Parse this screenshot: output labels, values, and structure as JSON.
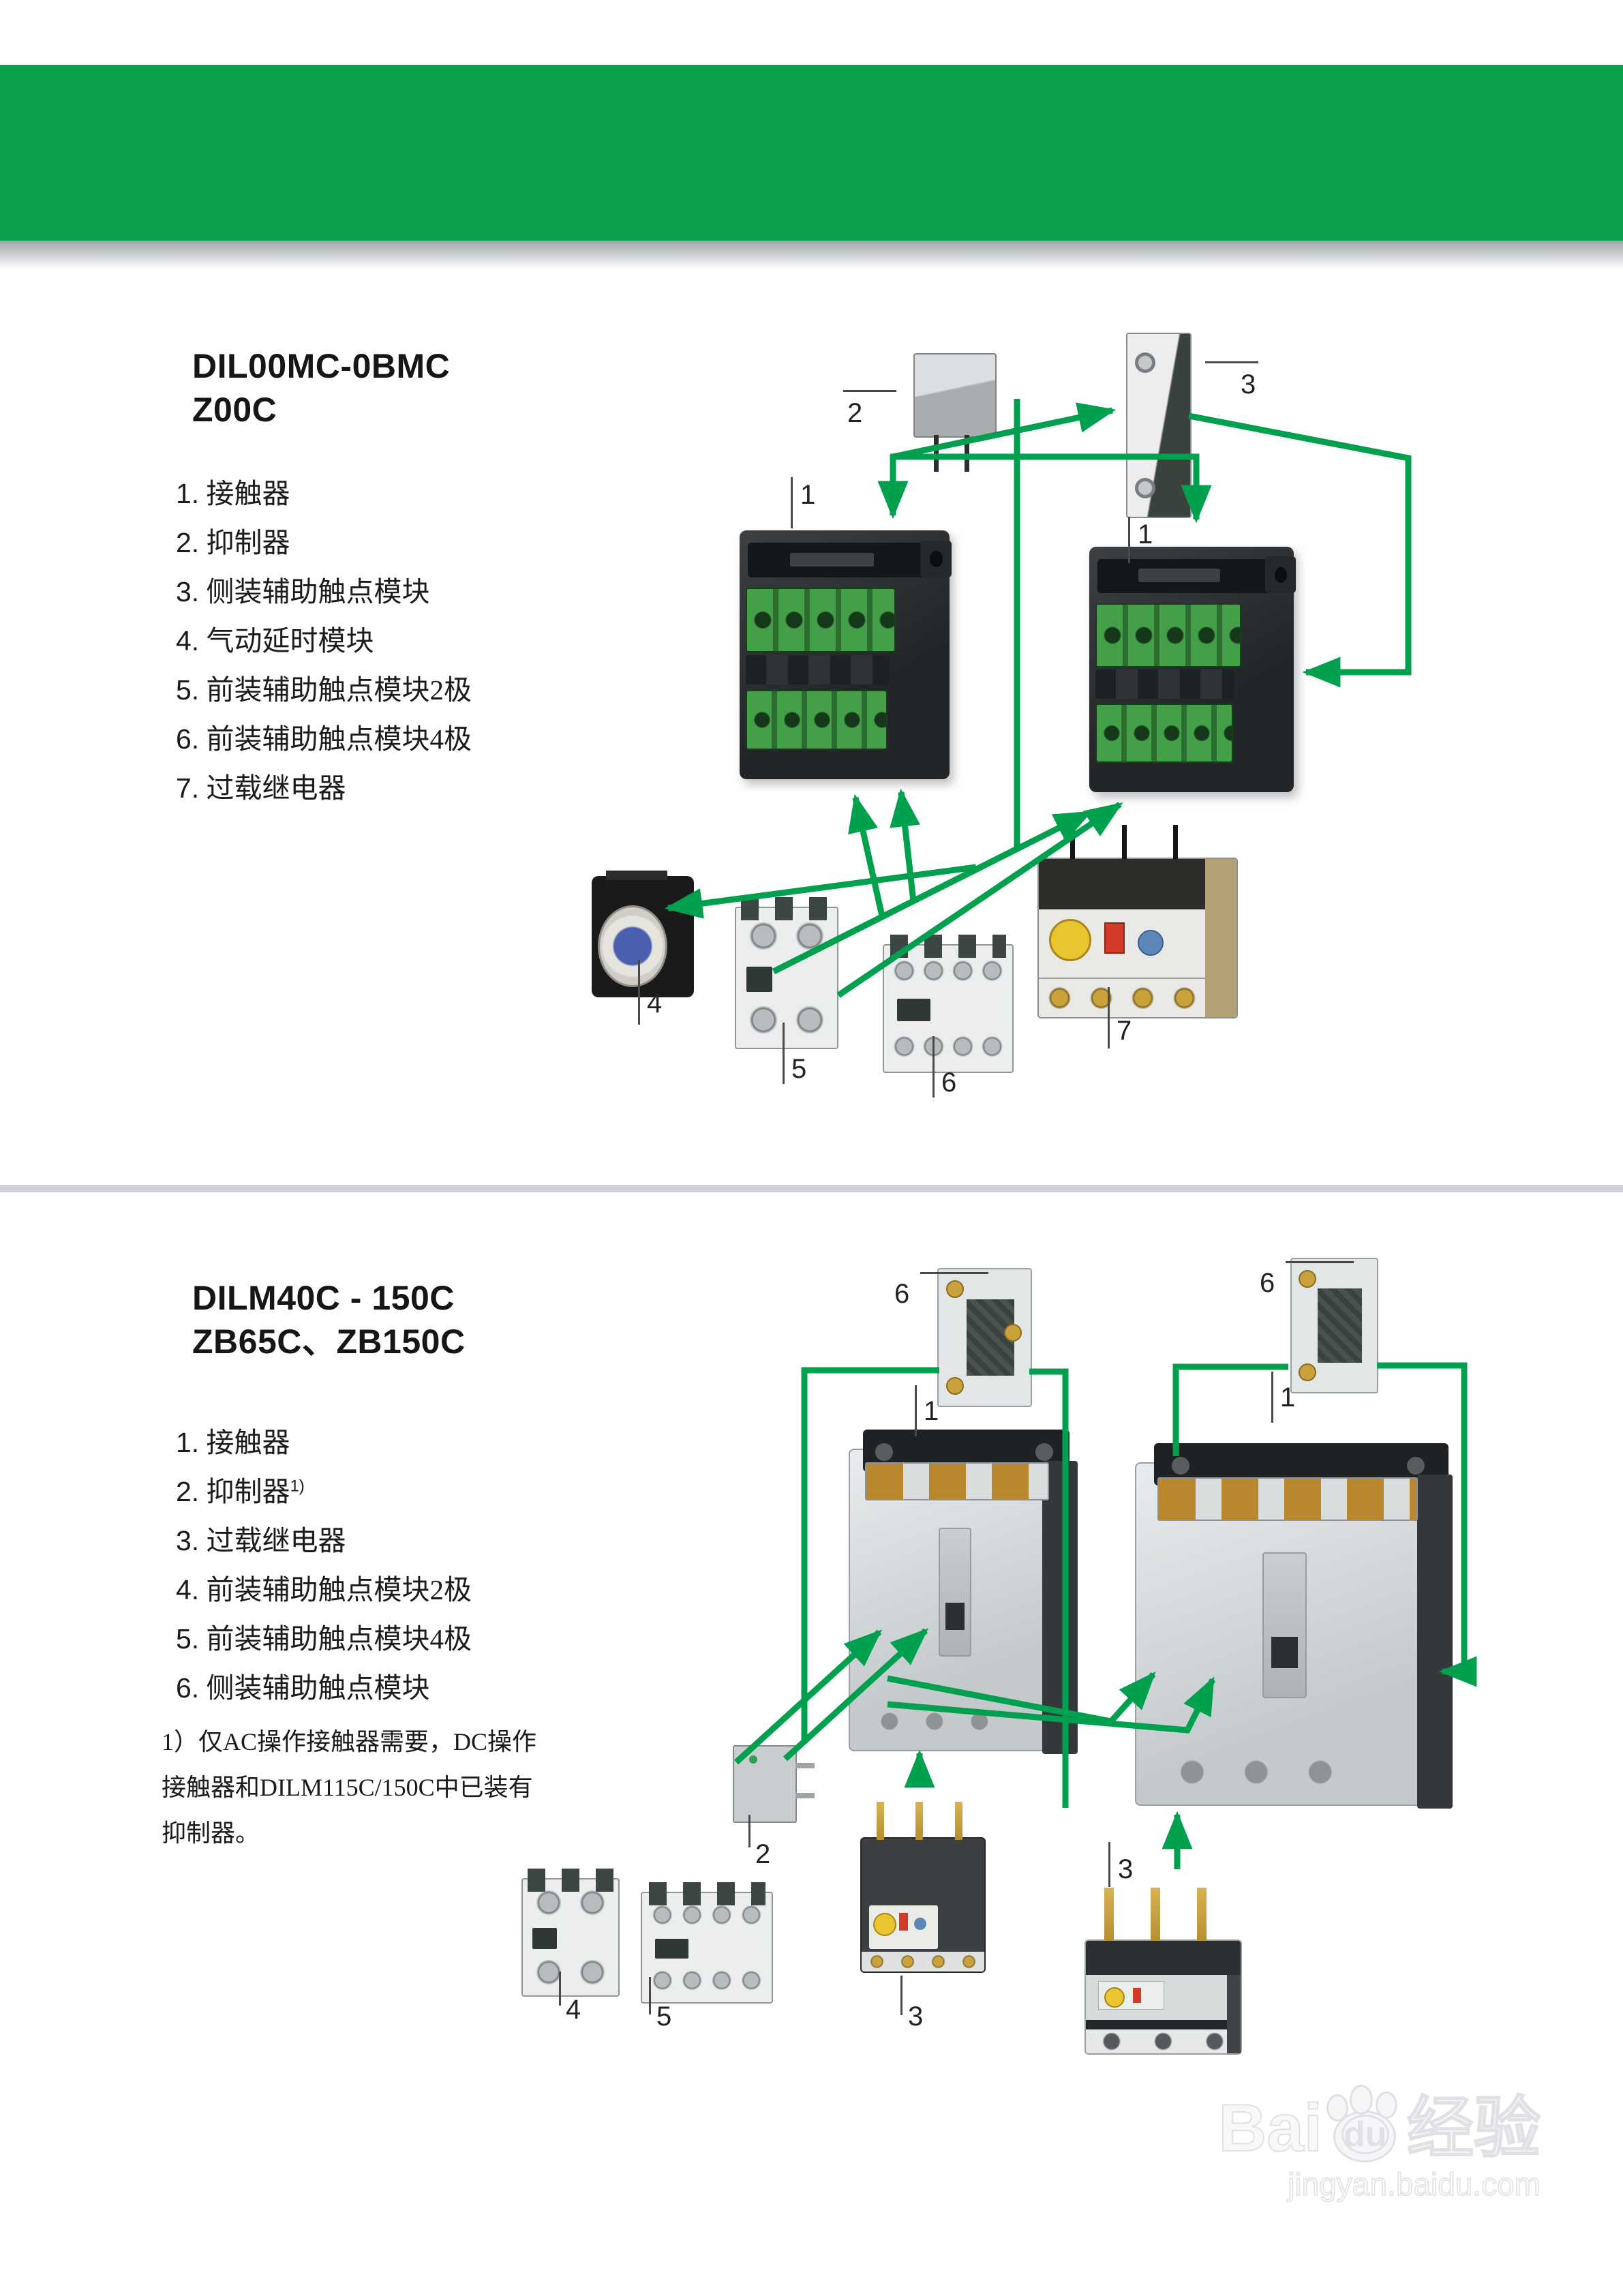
{
  "colors": {
    "header_green": "#0aa14f",
    "diagram_line_green": "#00a04f",
    "divider_gray": "#cdd0d4"
  },
  "section1": {
    "title_line1": "DIL00MC-0BMC",
    "title_line2": "Z00C",
    "items": [
      {
        "num": "1.",
        "label": "接触器"
      },
      {
        "num": "2.",
        "label": "抑制器"
      },
      {
        "num": "3.",
        "label": "侧装辅助触点模块"
      },
      {
        "num": "4.",
        "label": "气动延时模块"
      },
      {
        "num": "5.",
        "label": "前装辅助触点模块2极"
      },
      {
        "num": "6.",
        "label": "前装辅助触点模块4极"
      },
      {
        "num": "7.",
        "label": "过载继电器"
      }
    ]
  },
  "section2": {
    "title_line1": "DILM40C - 150C",
    "title_line2": "ZB65C、ZB150C",
    "items": [
      {
        "num": "1.",
        "label": "接触器",
        "sup": ""
      },
      {
        "num": "2.",
        "label": "抑制器",
        "sup": "1)"
      },
      {
        "num": "3.",
        "label": "过载继电器",
        "sup": ""
      },
      {
        "num": "4.",
        "label": "前装辅助触点模块2极",
        "sup": ""
      },
      {
        "num": "5.",
        "label": "前装辅助触点模块4极",
        "sup": ""
      },
      {
        "num": "6.",
        "label": "侧装辅助触点模块",
        "sup": ""
      }
    ],
    "footnote_lines": [
      "1）仅AC操作接触器需要，DC操作",
      "接触器和DILM115C/150C中已装有",
      "抑制器。"
    ]
  },
  "diagram1": {
    "callouts": {
      "c2": "2",
      "c3": "3",
      "c1a": "1",
      "c1b": "1",
      "c4": "4",
      "c5": "5",
      "c6": "6",
      "c7": "7"
    }
  },
  "diagram2": {
    "callouts": {
      "c6a": "6",
      "c6b": "6",
      "c1a": "1",
      "c1b": "1",
      "c2": "2",
      "c3a": "3",
      "c3b": "3",
      "c4": "4",
      "c5": "5"
    }
  },
  "watermark": {
    "brand_latin": "Bai",
    "brand_du": "du",
    "brand_cn": "经验",
    "url": "jingyan.baidu.com"
  }
}
